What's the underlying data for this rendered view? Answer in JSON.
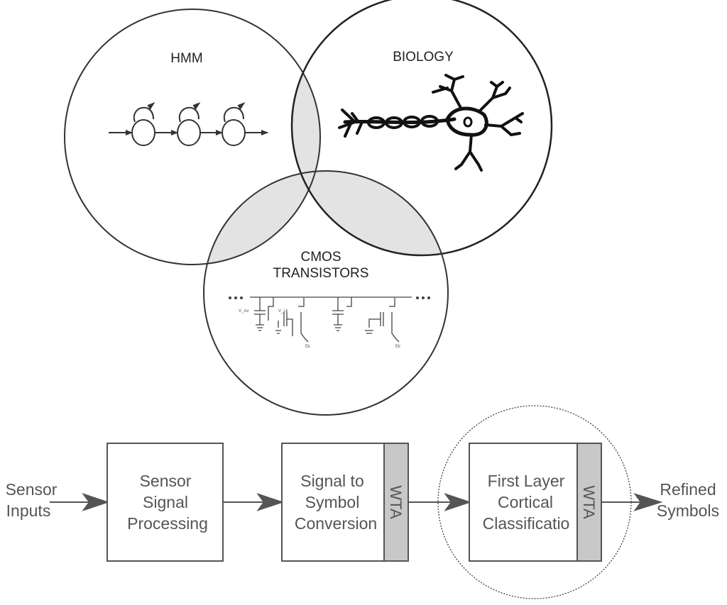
{
  "venn": {
    "hmm": {
      "label": "HMM"
    },
    "biology": {
      "label": "BIOLOGY"
    },
    "cmos": {
      "label_line1": "CMOS",
      "label_line2": "TRANSISTORS"
    },
    "fill_overlap": "#e3e3e3",
    "stroke": "#333333"
  },
  "flow": {
    "input_line1": "Sensor",
    "input_line2": "Inputs",
    "box1": {
      "line1": "Sensor",
      "line2": "Signal",
      "line3": "Processing"
    },
    "box2": {
      "line1": "Signal to",
      "line2": "Symbol",
      "line3": "Conversion",
      "wta": "WTA"
    },
    "box3": {
      "line1": "First Layer",
      "line2": "Cortical",
      "line3": "Classificatio",
      "wta": "WTA"
    },
    "output_line1": "Refined",
    "output_line2": "Symbols",
    "wta_fill": "#c8c8c8",
    "text_color": "#555555"
  }
}
